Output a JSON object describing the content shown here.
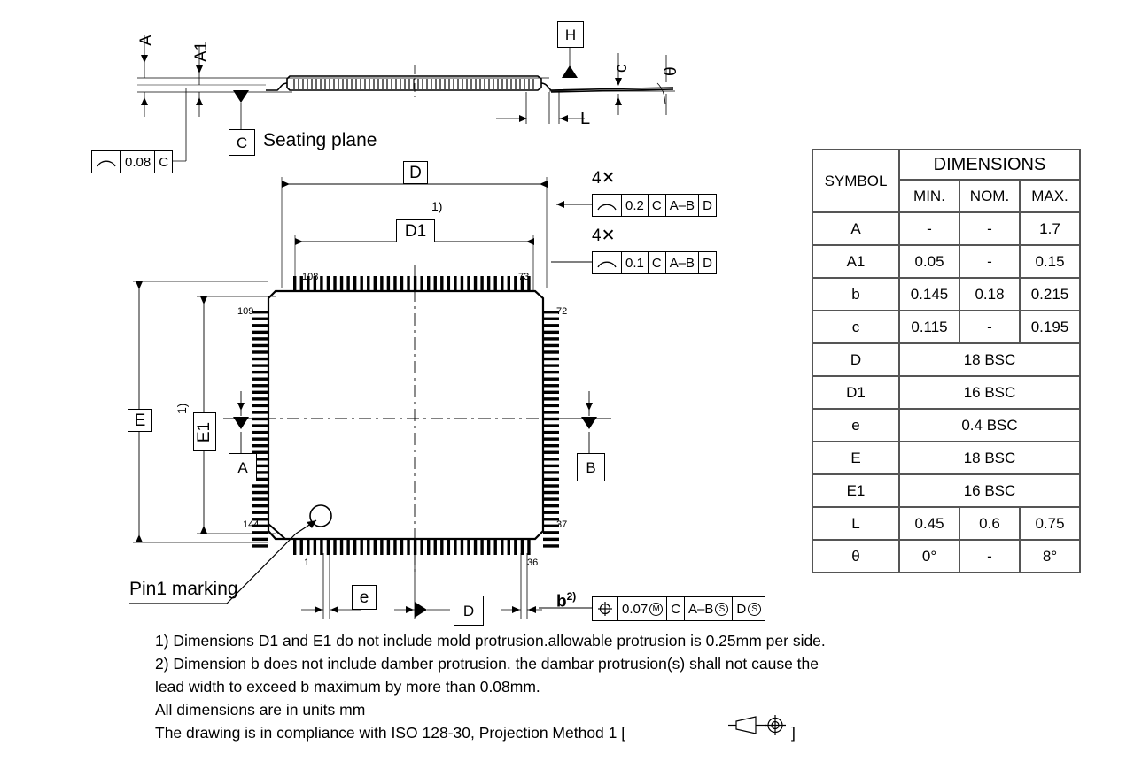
{
  "drawing": {
    "title_none": "",
    "seating_plane_label": "Seating plane",
    "pin1_label": "Pin1 marking"
  },
  "side_view": {
    "dim_A": "A",
    "dim_A1": "A1",
    "dim_c": "c",
    "dim_theta": "θ",
    "dim_L": "L",
    "datum_H": "H",
    "datum_C": "C",
    "flatness": {
      "symbol": "flatness-icon",
      "tolerance": "0.08",
      "datum": "C"
    }
  },
  "top_view": {
    "dim_D": "D",
    "dim_D1": "D1",
    "dim_E": "E",
    "dim_E1": "E1",
    "dim_e": "e",
    "dim_b": "b",
    "note_ref_1": "1)",
    "note_ref_2": "2)",
    "datum_A": "A",
    "datum_B": "B",
    "datum_D": "D",
    "pin_numbers": {
      "top_left": "108",
      "top_right": "73",
      "left_top": "109",
      "right_top": "72",
      "left_bottom": "144",
      "right_bottom": "37",
      "bottom_left": "1",
      "bottom_right": "36"
    },
    "fcf_coplanarity_1": {
      "count": "4✕",
      "symbol": "flatness-icon",
      "tolerance": "0.2",
      "datum1": "C",
      "datum2": "A–B",
      "datum3": "D"
    },
    "fcf_coplanarity_2": {
      "count": "4✕",
      "symbol": "flatness-icon",
      "tolerance": "0.1",
      "datum1": "C",
      "datum2": "A–B",
      "datum3": "D"
    },
    "fcf_position_b": {
      "symbol": "position-icon",
      "tolerance": "0.07",
      "modifier": "M",
      "datum1": "C",
      "datum2": "A–B",
      "datum2_mod": "S",
      "datum3": "D",
      "datum3_mod": "S"
    }
  },
  "table": {
    "header_symbol": "SYMBOL",
    "header_dimensions": "DIMENSIONS",
    "columns": [
      "MIN.",
      "NOM.",
      "MAX."
    ],
    "rows": [
      {
        "symbol": "A",
        "span": false,
        "min": "-",
        "nom": "-",
        "max": "1.7"
      },
      {
        "symbol": "A1",
        "span": false,
        "min": "0.05",
        "nom": "-",
        "max": "0.15"
      },
      {
        "symbol": "b",
        "span": false,
        "min": "0.145",
        "nom": "0.18",
        "max": "0.215"
      },
      {
        "symbol": "c",
        "span": false,
        "min": "0.115",
        "nom": "-",
        "max": "0.195"
      },
      {
        "symbol": "D",
        "span": true,
        "value": "18 BSC"
      },
      {
        "symbol": "D1",
        "span": true,
        "value": "16 BSC"
      },
      {
        "symbol": "e",
        "span": true,
        "value": "0.4 BSC"
      },
      {
        "symbol": "E",
        "span": true,
        "value": "18 BSC"
      },
      {
        "symbol": "E1",
        "span": true,
        "value": "16 BSC"
      },
      {
        "symbol": "L",
        "span": false,
        "min": "0.45",
        "nom": "0.6",
        "max": "0.75"
      },
      {
        "symbol": "θ",
        "span": false,
        "min": "0°",
        "nom": "-",
        "max": "8°"
      }
    ]
  },
  "notes": {
    "line1": "1) Dimensions D1 and E1 do not include mold protrusion.allowable protrusion is 0.25mm per side.",
    "line2": "2) Dimension b does not include damber protrusion. the dambar protrusion(s) shall not cause the",
    "line3": "lead width to exceed b maximum by more than 0.08mm.",
    "line4": "All dimensions are in units mm",
    "line5_pre": "The drawing is in compliance with ISO 128-30, Projection Method 1 [",
    "line5_post": "]"
  },
  "colors": {
    "ink": "#000000",
    "table_border": "#555555",
    "background": "#ffffff"
  }
}
